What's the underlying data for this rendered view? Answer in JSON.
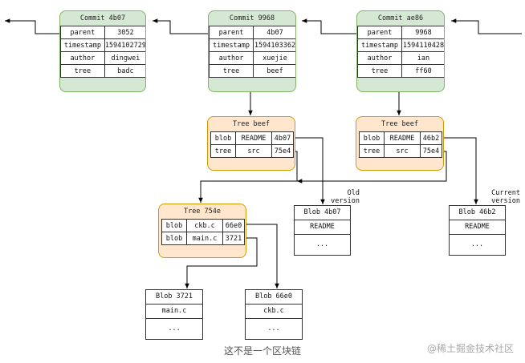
{
  "commits": [
    {
      "title": "Commit 4b07",
      "rows": [
        [
          "parent",
          "3052"
        ],
        [
          "timestamp",
          "1594102729"
        ],
        [
          "author",
          "dingwei"
        ],
        [
          "tree",
          "badc"
        ]
      ]
    },
    {
      "title": "Commit 9968",
      "rows": [
        [
          "parent",
          "4b07"
        ],
        [
          "timestamp",
          "1594103362"
        ],
        [
          "author",
          "xuejie"
        ],
        [
          "tree",
          "beef"
        ]
      ]
    },
    {
      "title": "Commit ae86",
      "rows": [
        [
          "parent",
          "9968"
        ],
        [
          "timestamp",
          "1594110428"
        ],
        [
          "author",
          "ian"
        ],
        [
          "tree",
          "ff60"
        ]
      ]
    }
  ],
  "trees": [
    {
      "title": "Tree beef",
      "rows": [
        [
          "blob",
          "README",
          "4b07"
        ],
        [
          "tree",
          "src",
          "75e4"
        ]
      ]
    },
    {
      "title": "Tree beef",
      "rows": [
        [
          "blob",
          "README",
          "46b2"
        ],
        [
          "tree",
          "src",
          "75e4"
        ]
      ]
    },
    {
      "title": "Tree 754e",
      "rows": [
        [
          "blob",
          "ckb.c",
          "66e0"
        ],
        [
          "blob",
          "main.c",
          "3721"
        ]
      ]
    }
  ],
  "blobs": [
    {
      "title": "Blob 4b07",
      "name": "README",
      "content": "..."
    },
    {
      "title": "Blob 46b2",
      "name": "README",
      "content": "..."
    },
    {
      "title": "Blob 3721",
      "name": "main.c",
      "content": "..."
    },
    {
      "title": "Blob 66e0",
      "name": "ckb.c",
      "content": "..."
    }
  ],
  "labels": {
    "old_version": [
      "Old",
      "version"
    ],
    "current_version": [
      "Current",
      "version"
    ]
  },
  "caption": "这不是一个区块链",
  "watermark": "@稀土掘金技术社区"
}
